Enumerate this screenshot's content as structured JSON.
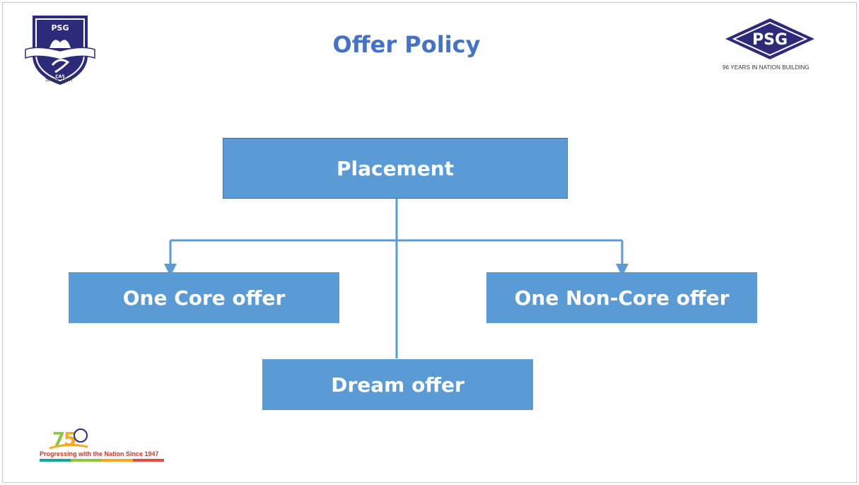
{
  "title": "Offer Policy",
  "diagram": {
    "root": "Placement",
    "children": [
      "One Core offer",
      "Dream offer",
      "One Non-Core offer"
    ]
  },
  "logos": {
    "college": {
      "letters": "PSG",
      "sub": "CAS",
      "since": "Since 1947"
    },
    "corporate": {
      "letters": "PSG",
      "tagline": "96 YEARS IN NATION BUILDING"
    },
    "anniversary": {
      "tagline": "Progressing with the Nation Since 1947"
    }
  },
  "colors": {
    "title": "#4472c4",
    "box_fill": "#5b9bd5",
    "connector": "#5b9bd5",
    "logo_navy": "#2e2a7a",
    "bar": [
      "#1aa3a3",
      "#8dc63f",
      "#f7a823",
      "#e74c3c"
    ]
  }
}
